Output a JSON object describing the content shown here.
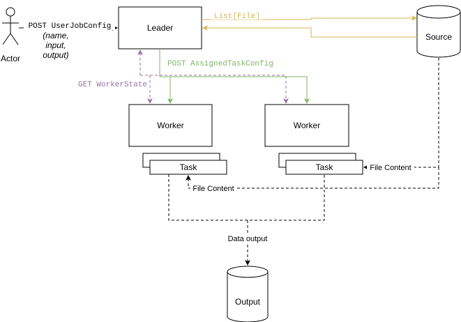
{
  "actor": {
    "label": "Actor"
  },
  "leader": {
    "label": "Leader"
  },
  "source": {
    "label": "Source"
  },
  "output": {
    "label": "Output"
  },
  "workers": [
    {
      "label": "Worker",
      "task_label": "Task"
    },
    {
      "label": "Worker",
      "task_label": "Task"
    }
  ],
  "edges": {
    "post_user_job_config": "POST UserJobConfig",
    "user_job_config_fields": [
      "(name,",
      "input,",
      "output)"
    ],
    "list_file": "List[File]",
    "post_assigned_task_config": "POST AssignedTaskConfig",
    "get_worker_state": "GET WorkerState",
    "file_content_right": "File Content",
    "file_content_left": "File Content",
    "data_output": "Data output"
  },
  "colors": {
    "line": "#000000",
    "list_file": "#d6b656",
    "assigned_task": "#82b366",
    "worker_state": "#9673a6"
  }
}
